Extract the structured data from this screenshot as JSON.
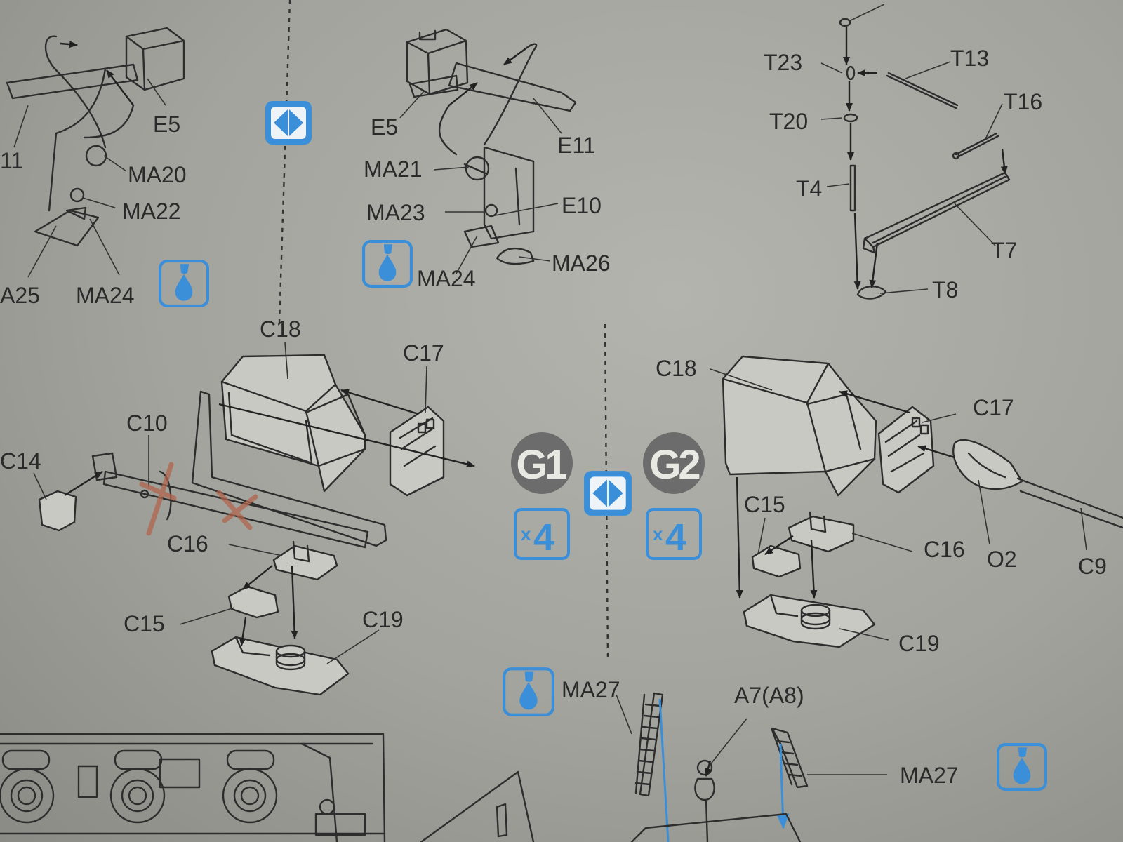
{
  "colors": {
    "paper": "#a8a8a2",
    "ink": "#2a2a2a",
    "accent_blue": "#3a8fd8",
    "step_badge_gray": "#6c6c6c",
    "correction_mark": "#b0644e"
  },
  "icons": {
    "glue": "glue-drop-icon",
    "flip": "flip-both-sides-icon",
    "arrow": "assembly-arrow-icon",
    "correction": "red-x-correction-mark"
  },
  "labels": {
    "p_e5_left": "E5",
    "p_11_left": "11",
    "p_ma20": "MA20",
    "p_ma22": "MA22",
    "p_ma25": "A25",
    "p_ma24_left": "MA24",
    "p_e5_mid": "E5",
    "p_e11": "E11",
    "p_ma21": "MA21",
    "p_ma23": "MA23",
    "p_e10": "E10",
    "p_ma26": "MA26",
    "p_ma24_mid": "MA24",
    "p_t23": "T23",
    "p_t13": "T13",
    "p_t16": "T16",
    "p_t20": "T20",
    "p_t4": "T4",
    "p_t7": "T7",
    "p_t8": "T8",
    "g1_c18": "C18",
    "g1_c17": "C17",
    "g1_c10": "C10",
    "g1_c14": "C14",
    "g1_c16": "C16",
    "g1_c15": "C15",
    "g1_c19": "C19",
    "g2_c18": "C18",
    "g2_c17": "C17",
    "g2_c15": "C15",
    "g2_c16": "C16",
    "g2_o2": "O2",
    "g2_c9": "C9",
    "g2_c19": "C19",
    "p_ma27_left": "MA27",
    "p_a7": "A7(A8)",
    "p_ma27_right": "MA27"
  },
  "steps": {
    "g1": {
      "label": "G1",
      "multiplier_prefix": "x",
      "multiplier_value": "4"
    },
    "g2": {
      "label": "G2",
      "multiplier_prefix": "x",
      "multiplier_value": "4"
    }
  }
}
